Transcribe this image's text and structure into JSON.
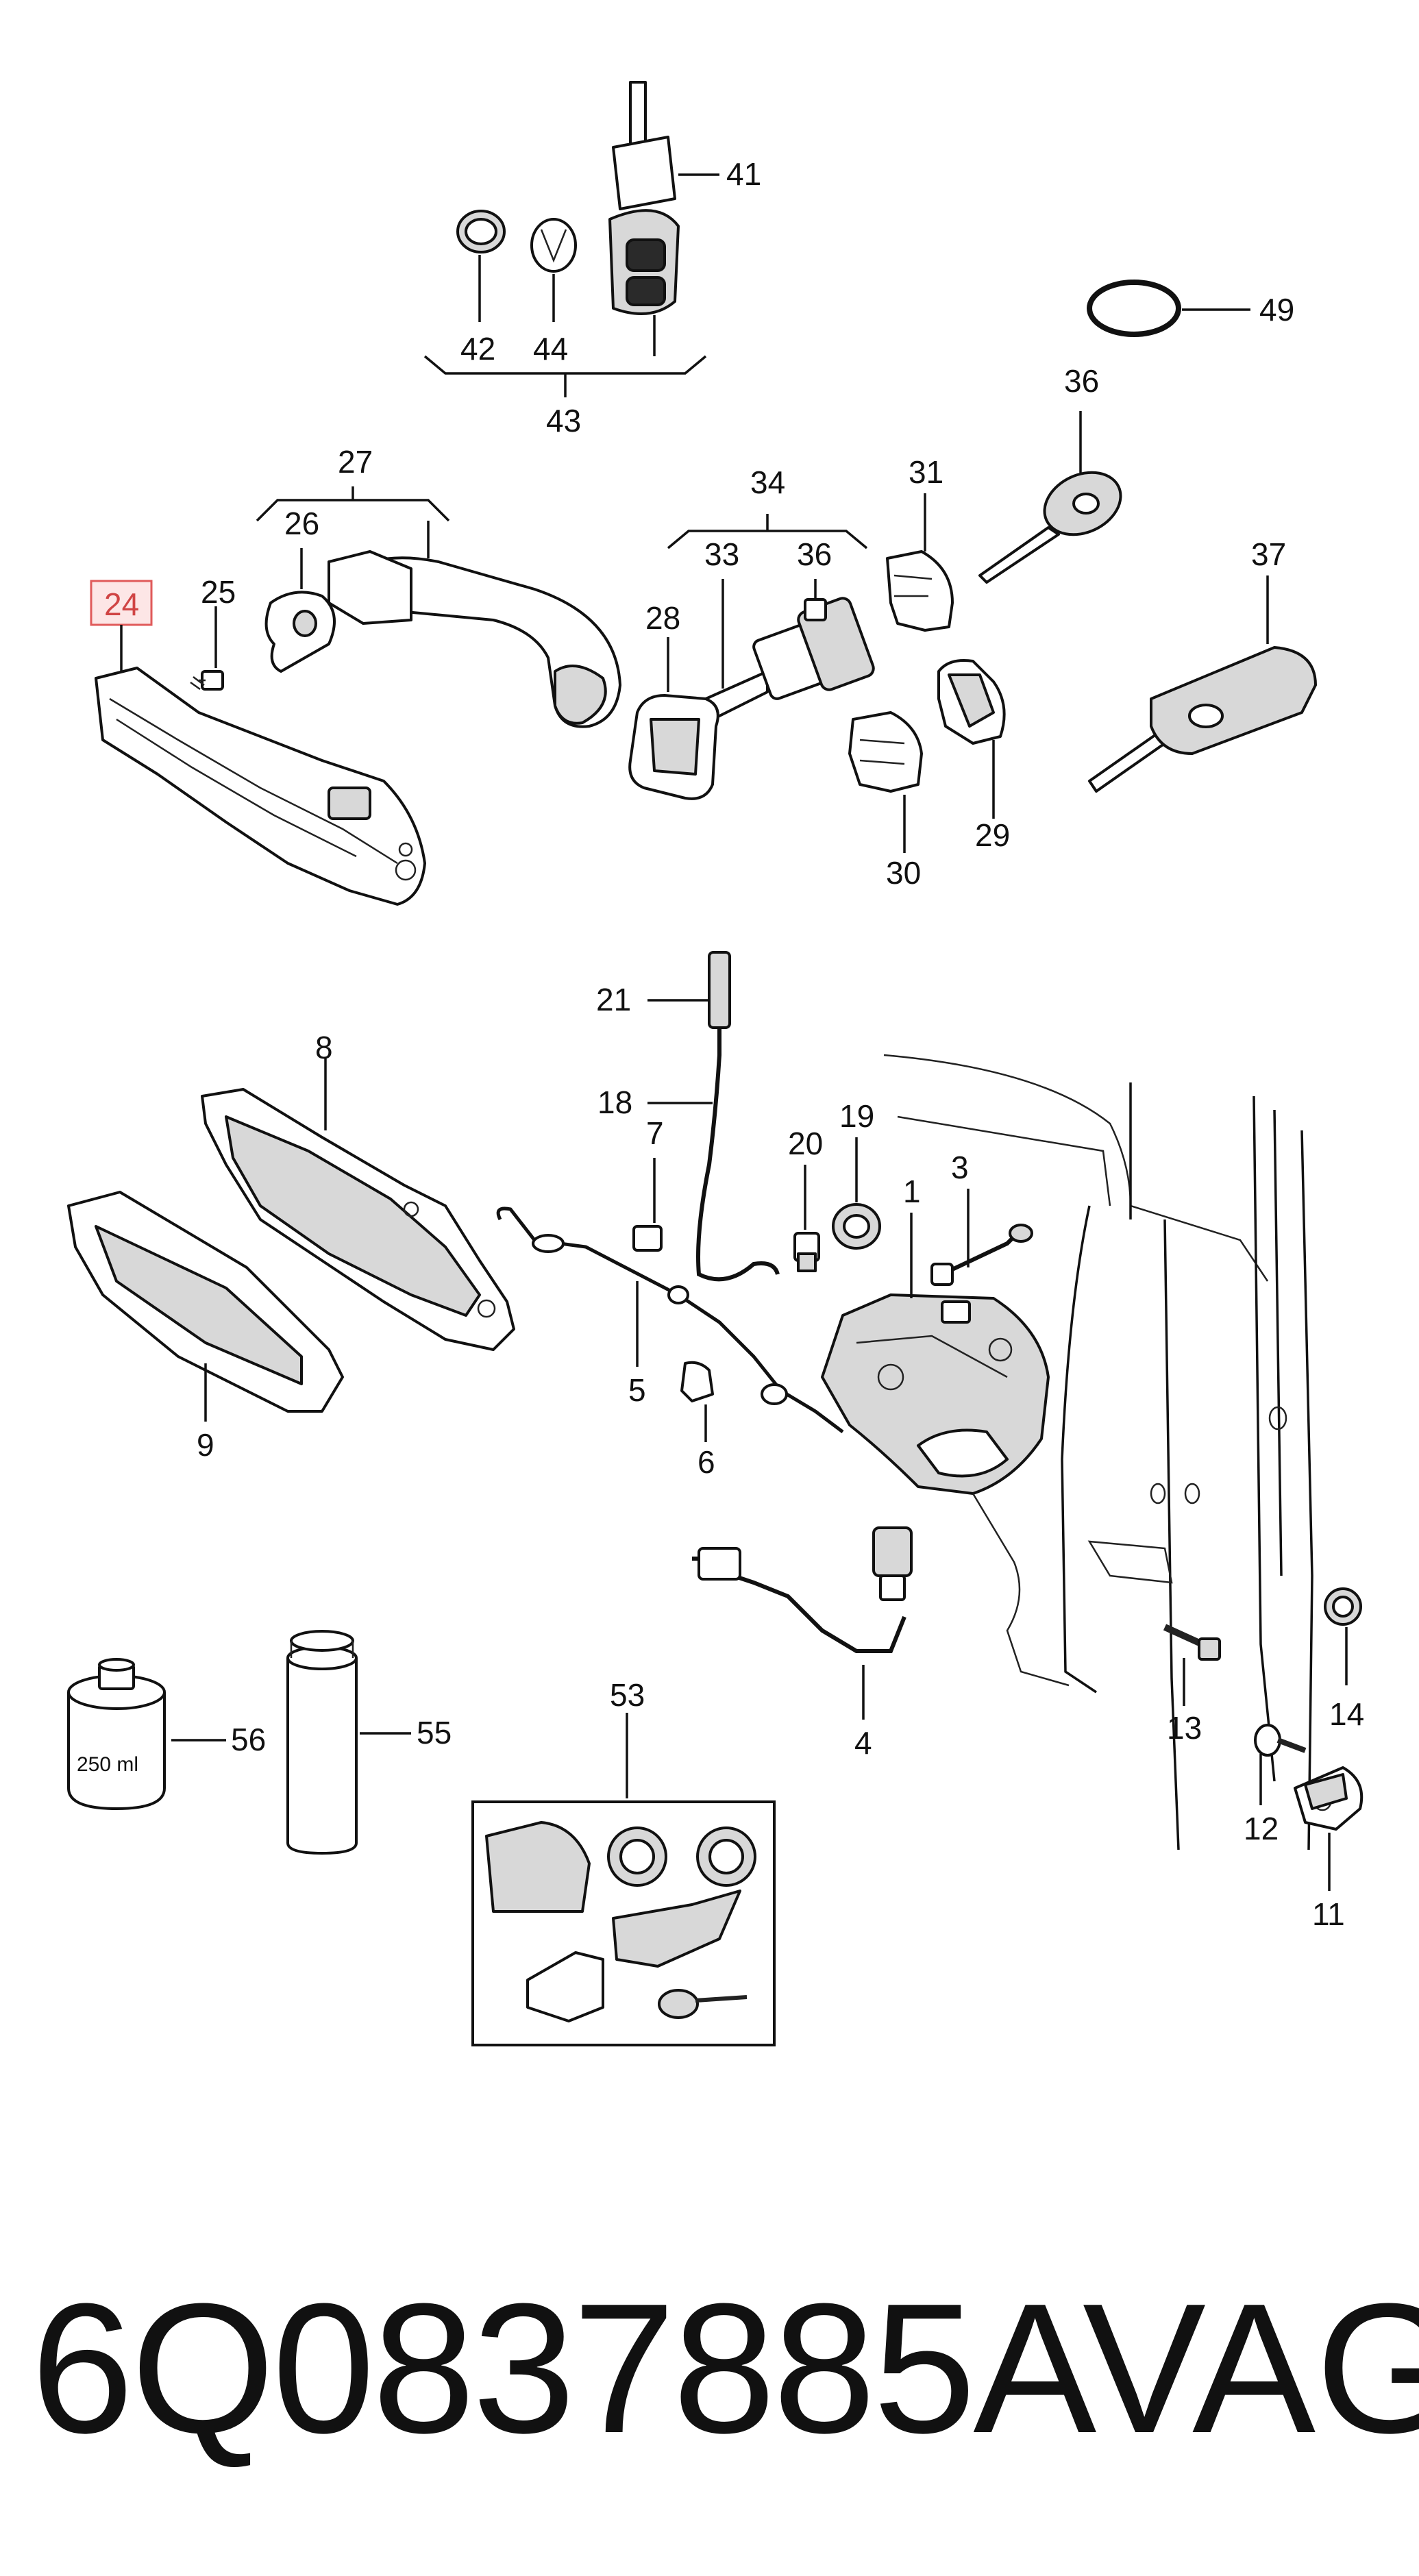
{
  "callouts": {
    "c41": "41",
    "c42": "42",
    "c43": "43",
    "c44": "44",
    "c49": "49",
    "c27": "27",
    "c26": "26",
    "c25": "25",
    "c24": "24",
    "c34": "34",
    "c33": "33",
    "c36a": "36",
    "c31": "31",
    "c36b": "36",
    "c37": "37",
    "c28": "28",
    "c29": "29",
    "c30": "30",
    "c21": "21",
    "c18": "18",
    "c8": "8",
    "c7": "7",
    "c20": "20",
    "c19": "19",
    "c1": "1",
    "c3": "3",
    "c5": "5",
    "c6": "6",
    "c9": "9",
    "c53": "53",
    "c56": "56",
    "c55": "55",
    "c4": "4",
    "c13": "13",
    "c14": "14",
    "c12": "12",
    "c11": "11"
  },
  "highlighted_callout": "24",
  "highlight_color": "#e05a5a",
  "can_label": "250 ml",
  "footer": {
    "part_number": "6Q0837885A",
    "brand": "VAG"
  }
}
